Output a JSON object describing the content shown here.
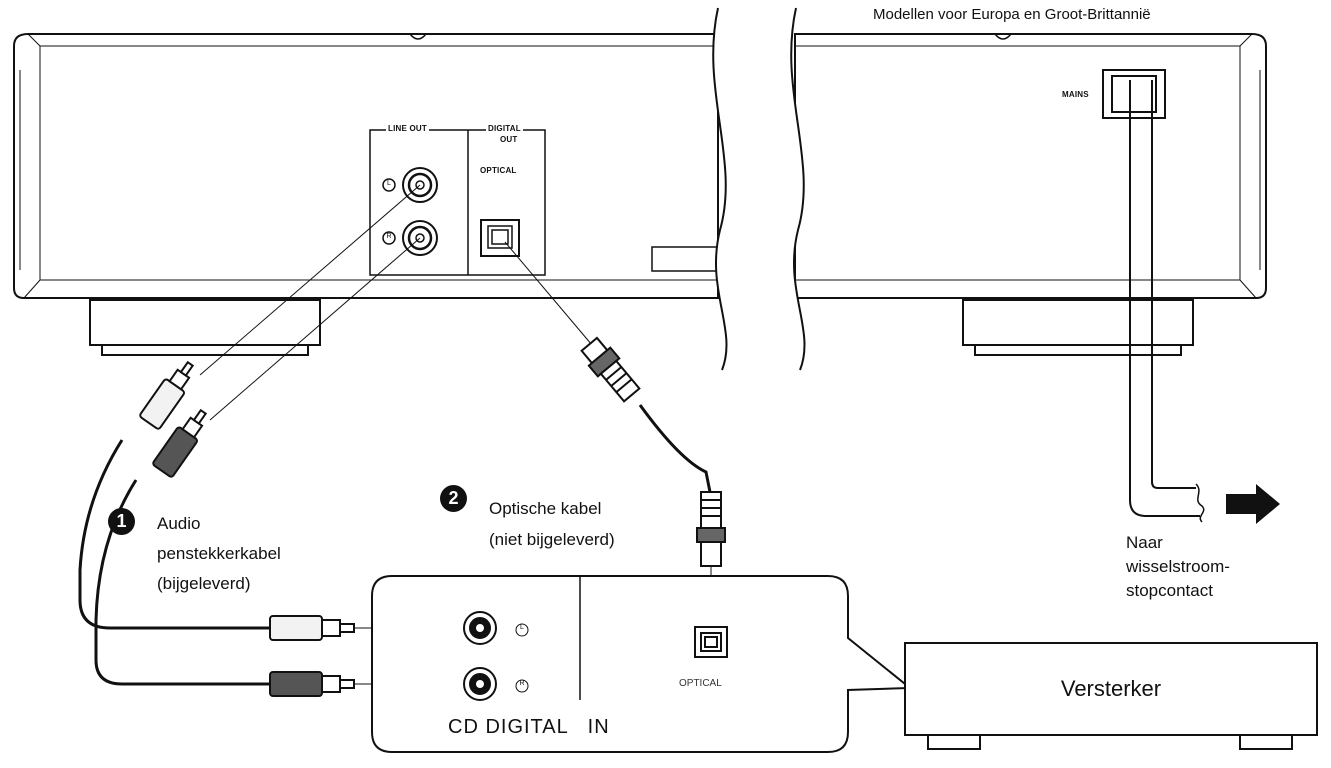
{
  "header": {
    "region_note": "Modellen voor Europa en Groot-Brittannië"
  },
  "player": {
    "line_out_label": "LINE OUT",
    "digital_out_label_1": "DIGITAL",
    "digital_out_label_2": "OUT",
    "optical_label": "OPTICAL",
    "mains_label": "MAINS",
    "channel_left": "L",
    "channel_right": "R"
  },
  "cables": {
    "audio": {
      "number": "1",
      "line1": "Audio",
      "line2": "penstekkerkabel",
      "line3": "(bijgeleverd)"
    },
    "optical": {
      "number": "2",
      "line1": "Optische kabel",
      "line2": "(niet bijgeleverd)"
    }
  },
  "power": {
    "line1": "Naar",
    "line2": "wisselstroom-",
    "line3": "stopcontact"
  },
  "amplifier": {
    "name": "Versterker",
    "input_label": "CD DIGITAL   IN",
    "optical_label": "OPTICAL",
    "channel_left": "L",
    "channel_right": "R"
  },
  "colors": {
    "line": "#111111",
    "panel": "#ffffff",
    "plug_dark": "#555555",
    "plug_light": "#f2f2f2"
  }
}
